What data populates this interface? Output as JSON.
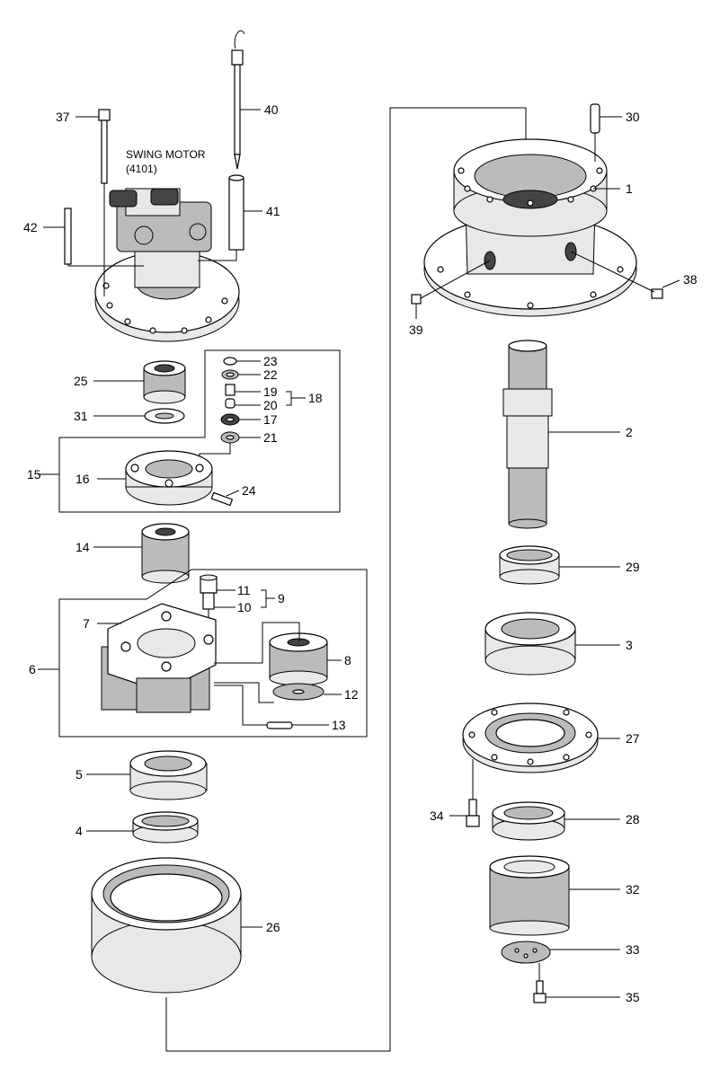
{
  "title": {
    "line1": "SWING MOTOR",
    "line2": "(4101)"
  },
  "callouts": [
    "1",
    "2",
    "3",
    "4",
    "5",
    "6",
    "7",
    "8",
    "9",
    "10",
    "11",
    "12",
    "13",
    "14",
    "15",
    "16",
    "17",
    "18",
    "19",
    "20",
    "21",
    "22",
    "23",
    "24",
    "25",
    "26",
    "27",
    "28",
    "29",
    "30",
    "31",
    "32",
    "33",
    "34",
    "35",
    "37",
    "38",
    "39",
    "40",
    "41",
    "42"
  ]
}
